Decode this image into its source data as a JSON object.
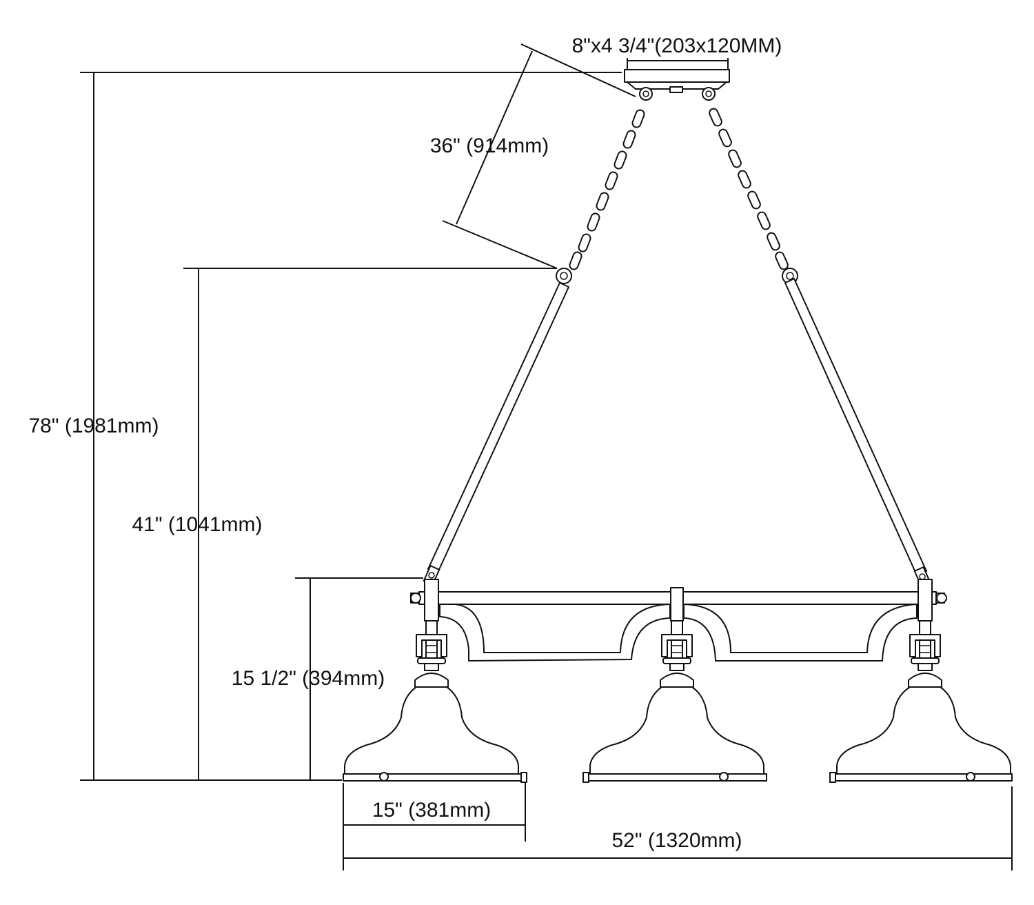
{
  "dimensions": {
    "canopy": "8\"x4 3/4\"(203x120MM)",
    "chain": "36\" (914mm)",
    "overall_height": "78\" (1981mm)",
    "rod_height": "41\" (1041mm)",
    "fixture_height": "15 1/2\" (394mm)",
    "shade_width": "15\" (381mm)",
    "overall_width": "52\" (1320mm)"
  }
}
